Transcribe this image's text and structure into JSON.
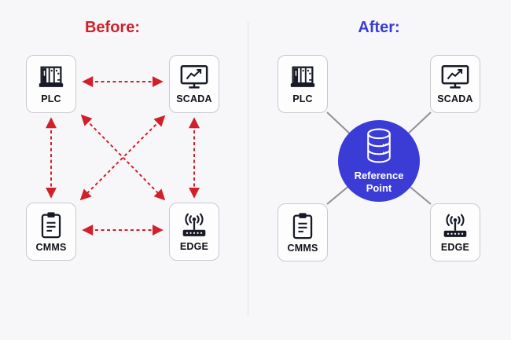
{
  "diagram": {
    "before": {
      "title": "Before:",
      "accent_color": "#d1202a",
      "connection_style": "red-dashed-double-arrow",
      "nodes": [
        {
          "id": "plc",
          "label": "PLC",
          "icon": "plc-rack-icon"
        },
        {
          "id": "scada",
          "label": "SCADA",
          "icon": "monitor-trend-icon"
        },
        {
          "id": "cmms",
          "label": "CMMS",
          "icon": "clipboard-icon"
        },
        {
          "id": "edge",
          "label": "EDGE",
          "icon": "wireless-router-icon"
        }
      ],
      "edges": [
        [
          "PLC",
          "SCADA"
        ],
        [
          "CMMS",
          "EDGE"
        ],
        [
          "PLC",
          "CMMS"
        ],
        [
          "SCADA",
          "EDGE"
        ],
        [
          "PLC",
          "EDGE"
        ],
        [
          "SCADA",
          "CMMS"
        ]
      ]
    },
    "after": {
      "title": "After:",
      "accent_color": "#3b3cd6",
      "connection_style": "solid-gray-line",
      "hub": {
        "label": "Reference Point",
        "icon": "database-icon",
        "color": "#3b3cd6",
        "text_color": "#ffffff"
      },
      "nodes": [
        {
          "id": "plc",
          "label": "PLC",
          "icon": "plc-rack-icon"
        },
        {
          "id": "scada",
          "label": "SCADA",
          "icon": "monitor-trend-icon"
        },
        {
          "id": "cmms",
          "label": "CMMS",
          "icon": "clipboard-icon"
        },
        {
          "id": "edge",
          "label": "EDGE",
          "icon": "wireless-router-icon"
        }
      ],
      "edges": [
        [
          "PLC",
          "Reference Point"
        ],
        [
          "SCADA",
          "Reference Point"
        ],
        [
          "CMMS",
          "Reference Point"
        ],
        [
          "EDGE",
          "Reference Point"
        ]
      ]
    }
  }
}
